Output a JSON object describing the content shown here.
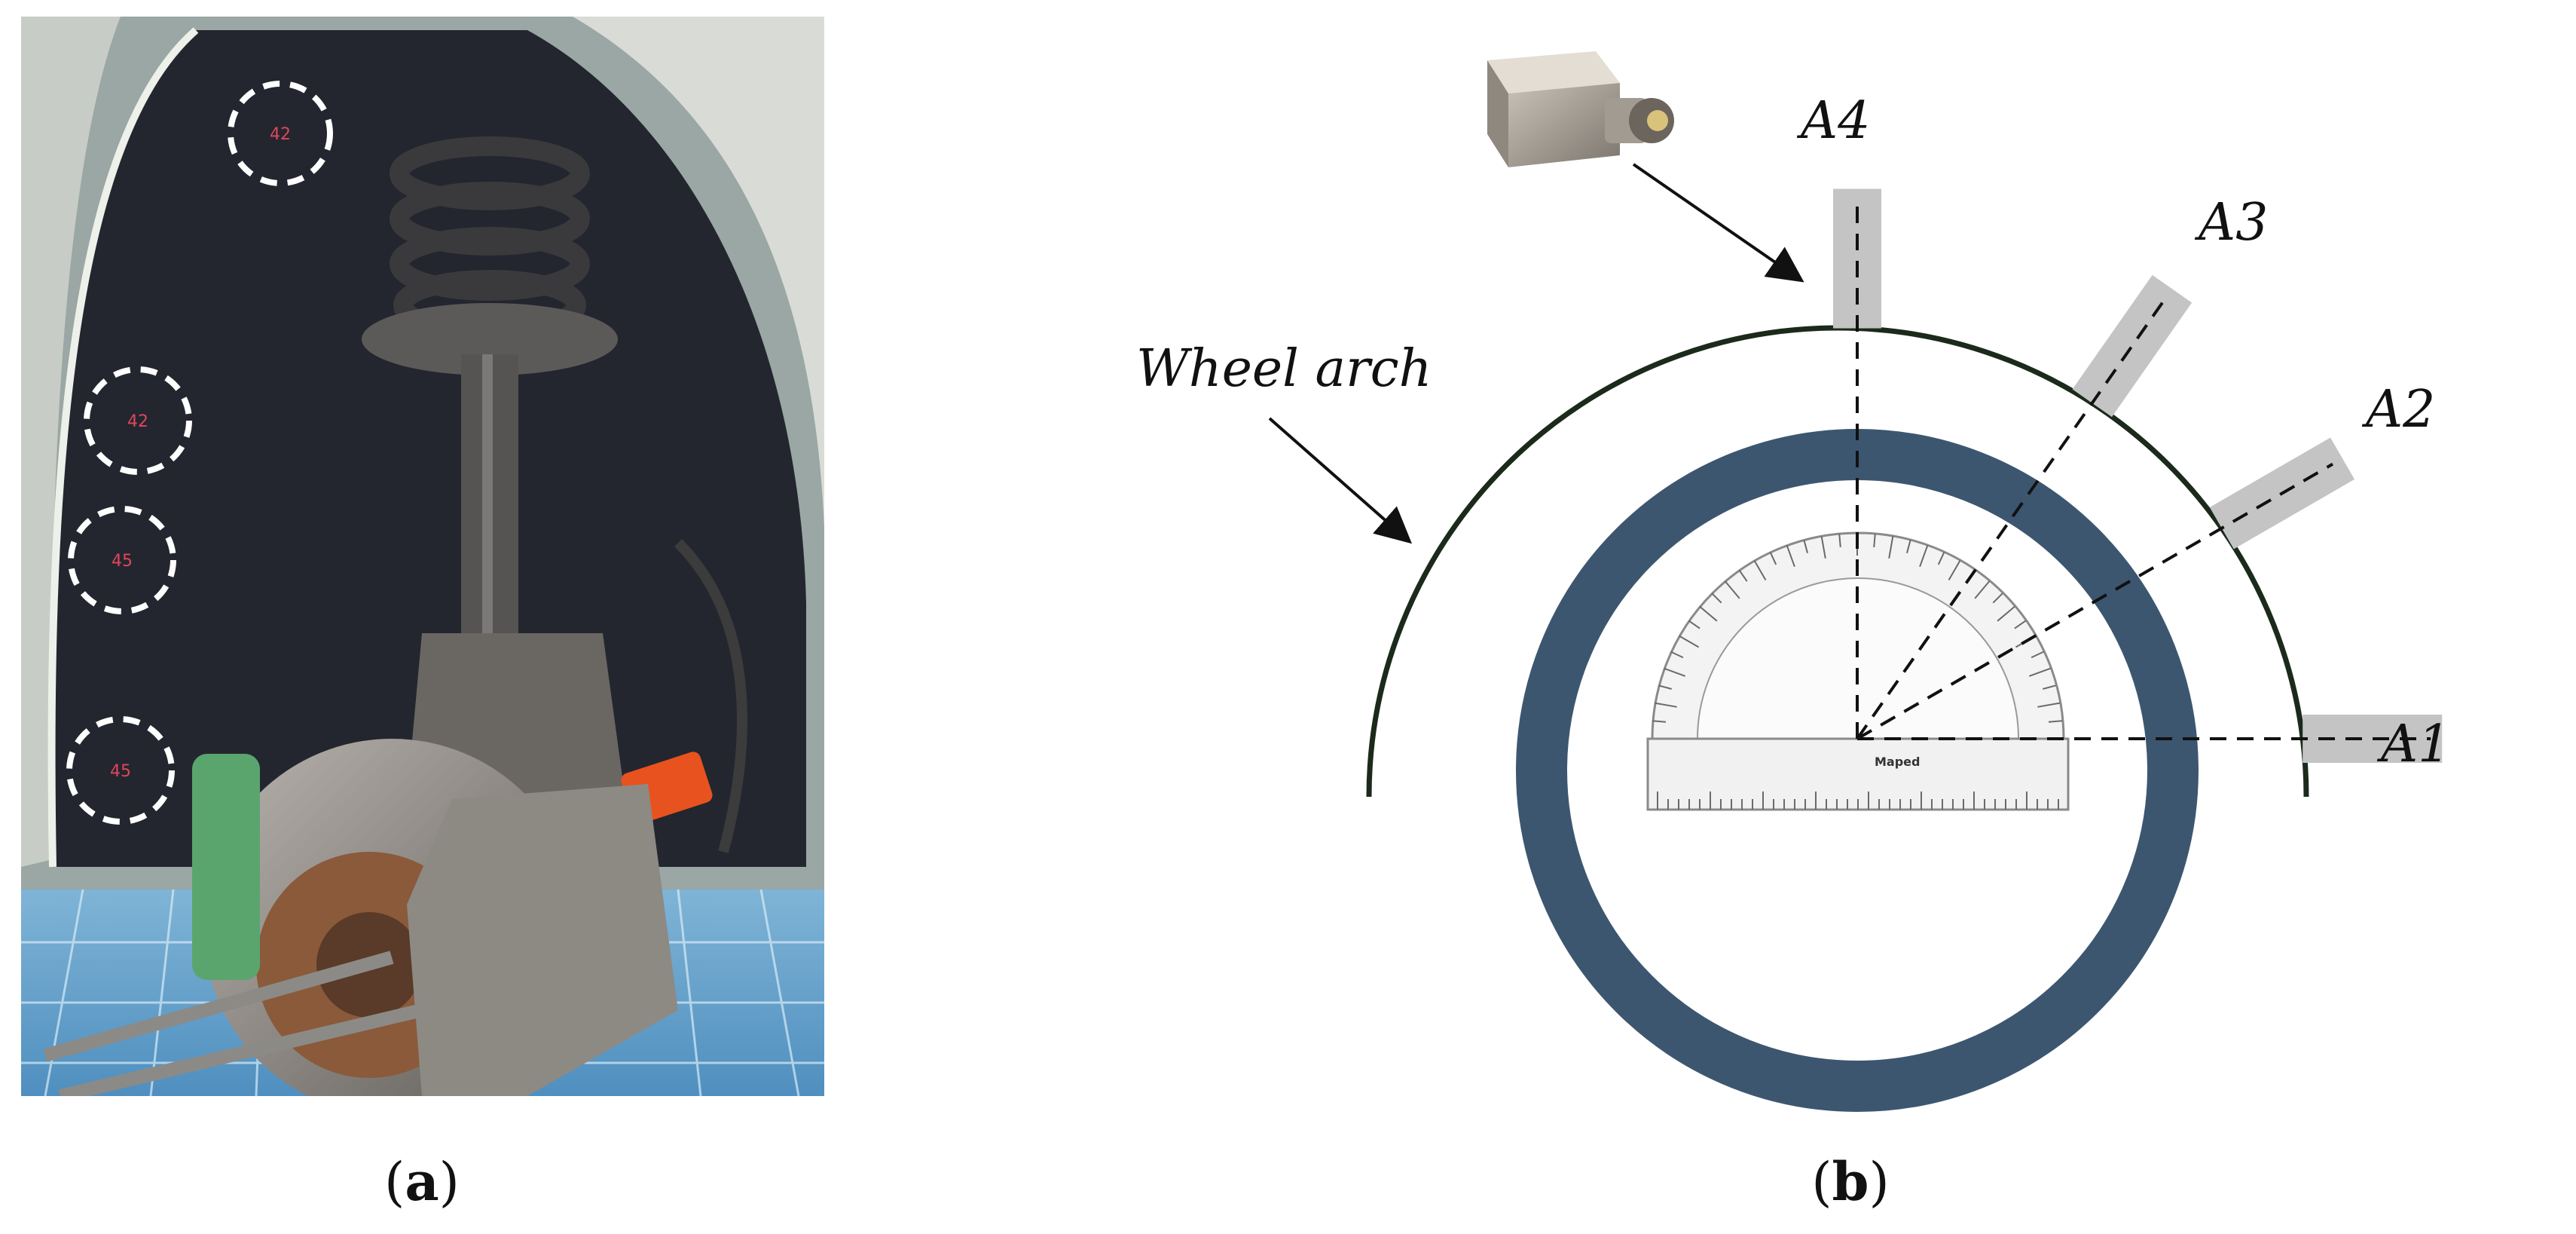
{
  "panel_a": {
    "caption_open": "(",
    "caption_letter": "a",
    "caption_close": ")",
    "sensor_markers": [
      {
        "id": "marker-top",
        "text": "42"
      },
      {
        "id": "marker-upper-mid",
        "text": "42"
      },
      {
        "id": "marker-lower-mid",
        "text": "45"
      },
      {
        "id": "marker-bottom",
        "text": "45"
      }
    ]
  },
  "panel_b": {
    "caption_open": "(",
    "caption_letter": "b",
    "caption_close": ")",
    "arch_label": "Wheel arch",
    "protractor_brand": "Maped",
    "sensors": [
      {
        "name": "A1",
        "angle_deg": 0
      },
      {
        "name": "A2",
        "angle_deg": 30
      },
      {
        "name": "A3",
        "angle_deg": 55
      },
      {
        "name": "A4",
        "angle_deg": 90
      }
    ]
  },
  "colors": {
    "tyre": "#3d5670",
    "sensor_block": "#c4c4c4",
    "arch_line": "#1b2a1b",
    "photo_liner": "#23262f",
    "marker_circle": "#ffffff"
  }
}
